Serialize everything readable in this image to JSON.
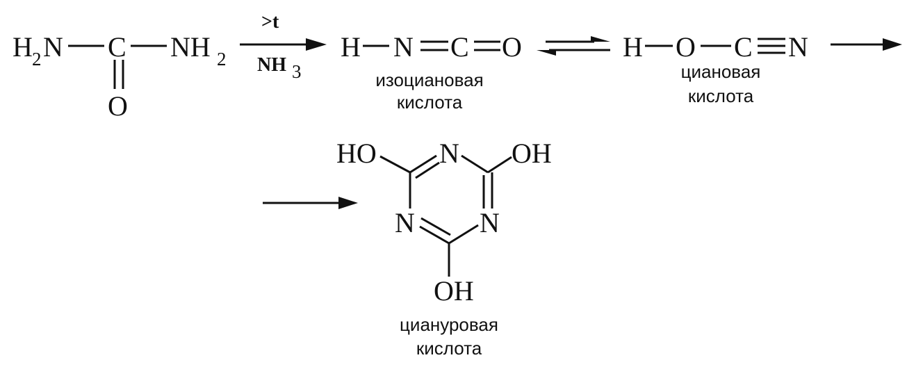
{
  "atoms": {
    "H": "H",
    "N": "N",
    "C": "C",
    "O": "O",
    "OH": "OH",
    "HO": "HO",
    "NH": "NH",
    "sub2": "2",
    "sub3": "3"
  },
  "conditions": {
    "above": ">t",
    "below": "NH",
    "below_sub": "3"
  },
  "names": {
    "isocyanic": [
      "изоциановая",
      "кислота"
    ],
    "cyanic": [
      "циановая",
      "кислота"
    ],
    "cyanuric": [
      "циануровая",
      "кислота"
    ]
  }
}
